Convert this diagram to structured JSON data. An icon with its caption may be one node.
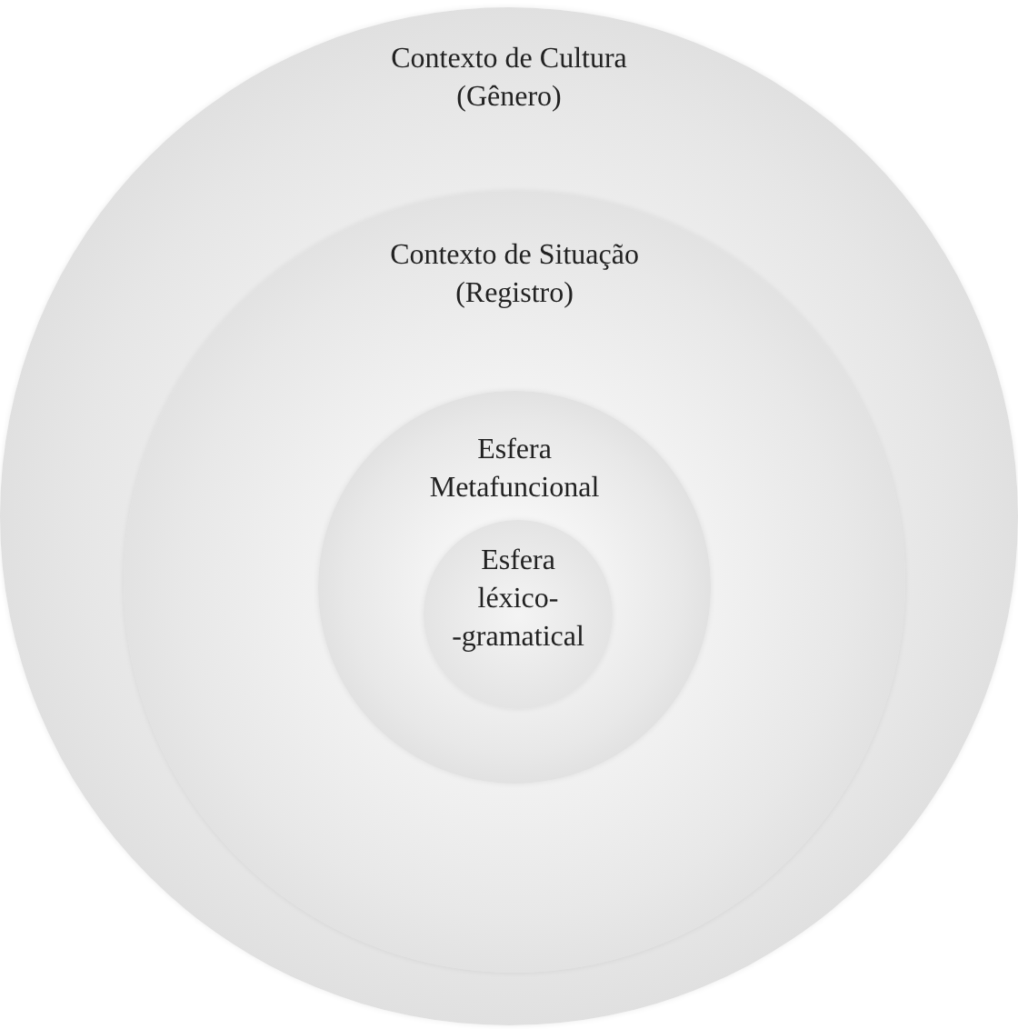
{
  "diagram": {
    "nodes": [
      {
        "text": [
          "Contexto de Cultura (Gênero)"
        ]
      },
      {
        "text": [
          "Contexto de Situação (Registro)"
        ],
        "in": 0
      },
      {
        "text": [
          "Esfera Metafuncional"
        ],
        "in": 1
      },
      {
        "text": [
          "Esfera léxico- -gramatical"
        ],
        "in": 2
      }
    ]
  }
}
